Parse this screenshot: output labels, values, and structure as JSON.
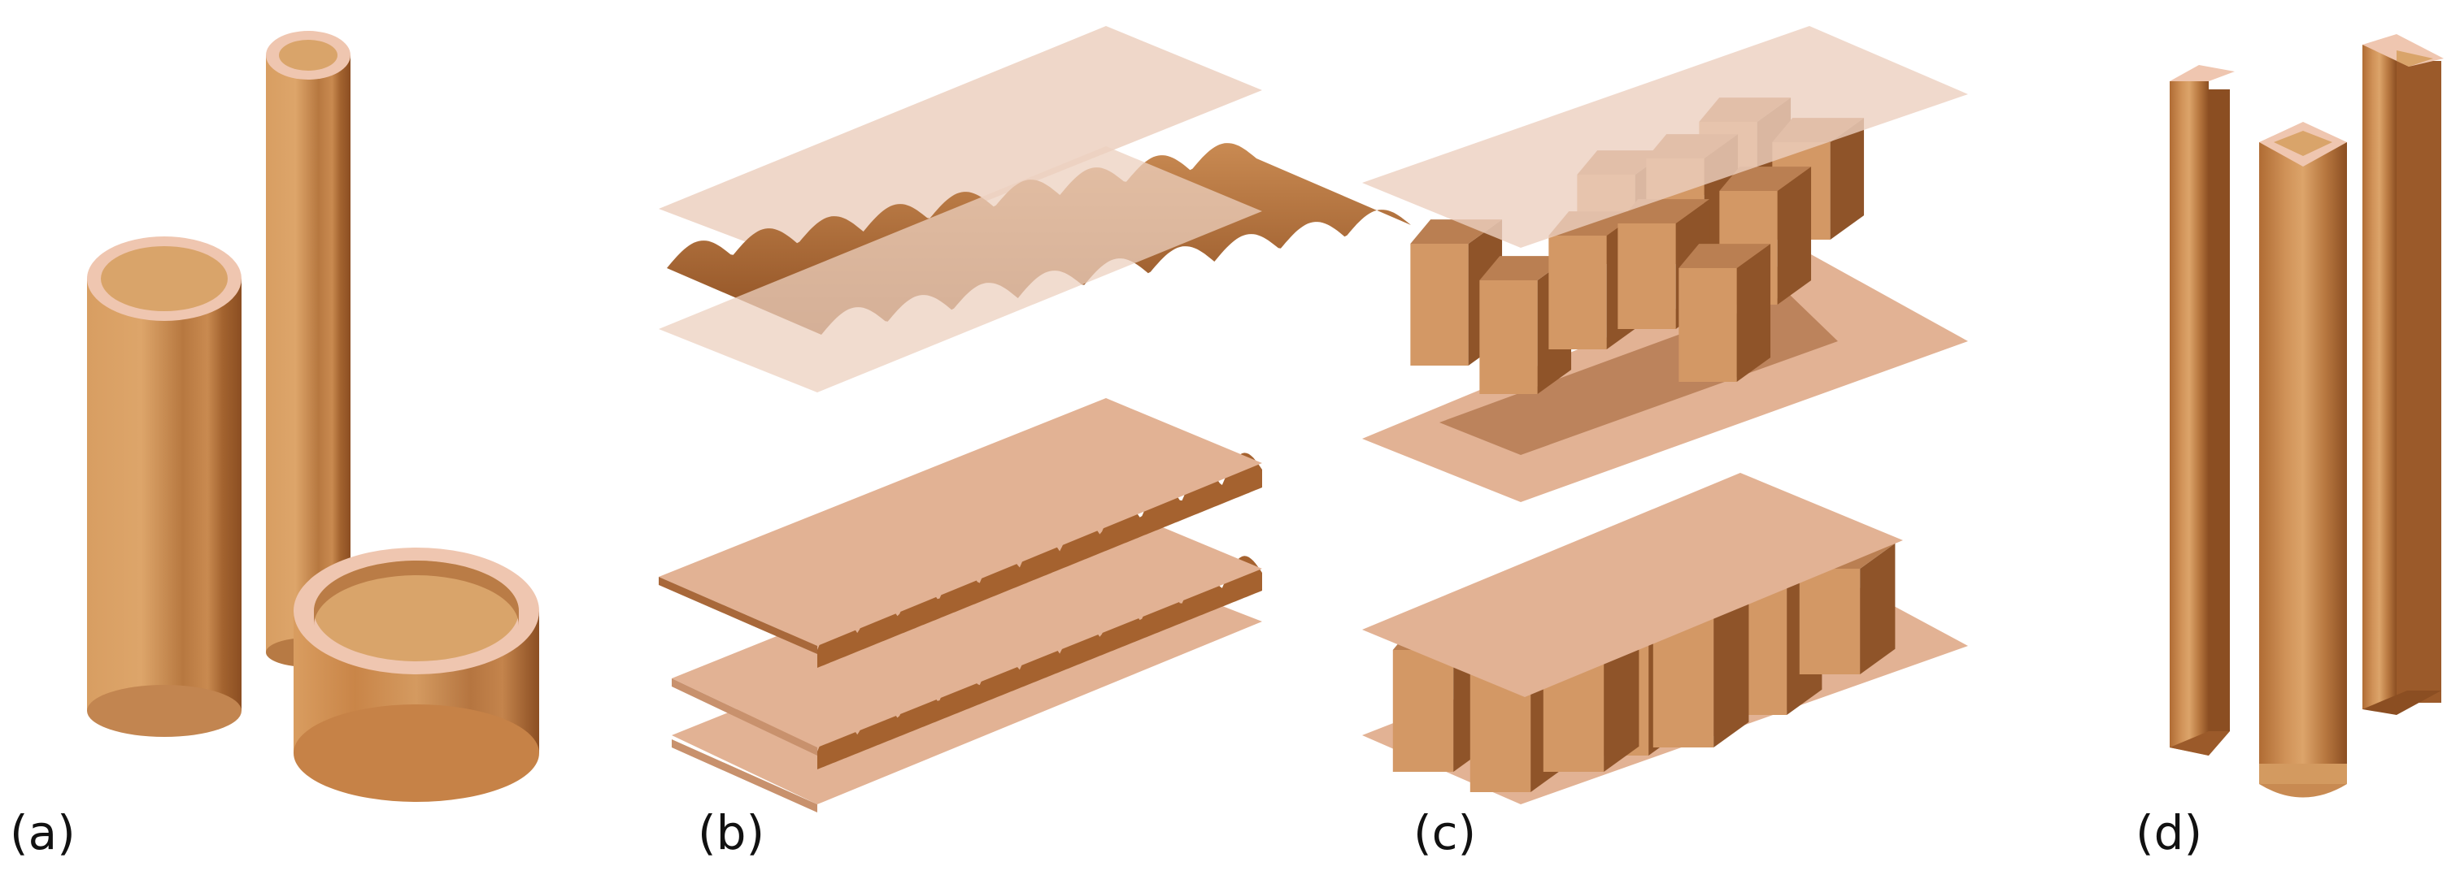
{
  "figure": {
    "panels": [
      {
        "id": "a",
        "label": "(a)"
      },
      {
        "id": "b",
        "label": "(b)"
      },
      {
        "id": "c",
        "label": "(c)"
      },
      {
        "id": "d",
        "label": "(d)"
      }
    ]
  },
  "palette": {
    "wood_light": "#d9a46a",
    "wood_mid": "#c68247",
    "wood_dark": "#8b4e22",
    "ring_pink": "#efc6b0",
    "sheet_pale": "#ecd0bf",
    "sheet_solid": "#e2b294",
    "sheet_shadow": "#c8916d",
    "cell_front": "#d39865",
    "cell_side": "#8f5429",
    "cell_top": "#ba7f52"
  }
}
